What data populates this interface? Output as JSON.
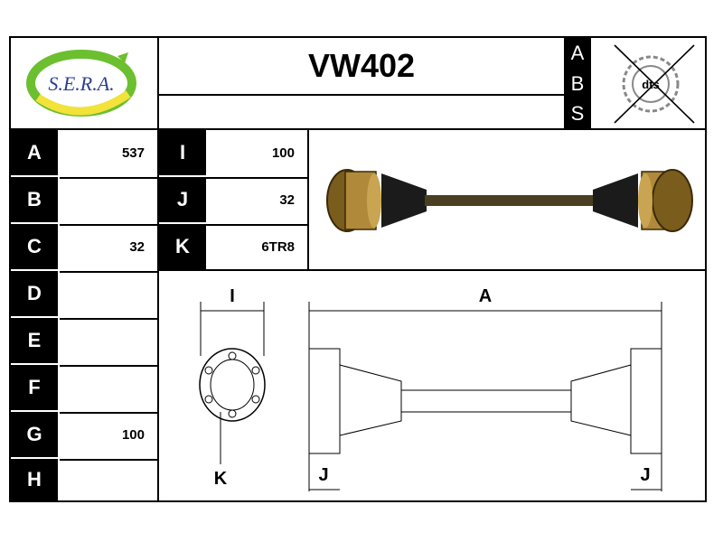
{
  "brand": {
    "logo_text": "S.E.R.A."
  },
  "title": "VW402",
  "abs_letters": [
    "A",
    "B",
    "S"
  ],
  "abs_logo_text": "dts",
  "left_rows": [
    {
      "label": "A",
      "value": "537"
    },
    {
      "label": "B",
      "value": ""
    },
    {
      "label": "C",
      "value": "32"
    },
    {
      "label": "D",
      "value": ""
    },
    {
      "label": "E",
      "value": ""
    },
    {
      "label": "F",
      "value": ""
    },
    {
      "label": "G",
      "value": "100"
    },
    {
      "label": "H",
      "value": ""
    }
  ],
  "mid_rows": [
    {
      "label": "I",
      "value": "100"
    },
    {
      "label": "J",
      "value": "32"
    },
    {
      "label": "K",
      "value": "6TR8"
    }
  ],
  "diagram_labels": {
    "i": "I",
    "a": "A",
    "k": "K",
    "j_left": "J",
    "j_right": "J"
  },
  "colors": {
    "logo_green": "#6cbf2e",
    "logo_yellow": "#f2e23a",
    "logo_blue": "#2b3f8f",
    "brass": "#b08a3a"
  }
}
